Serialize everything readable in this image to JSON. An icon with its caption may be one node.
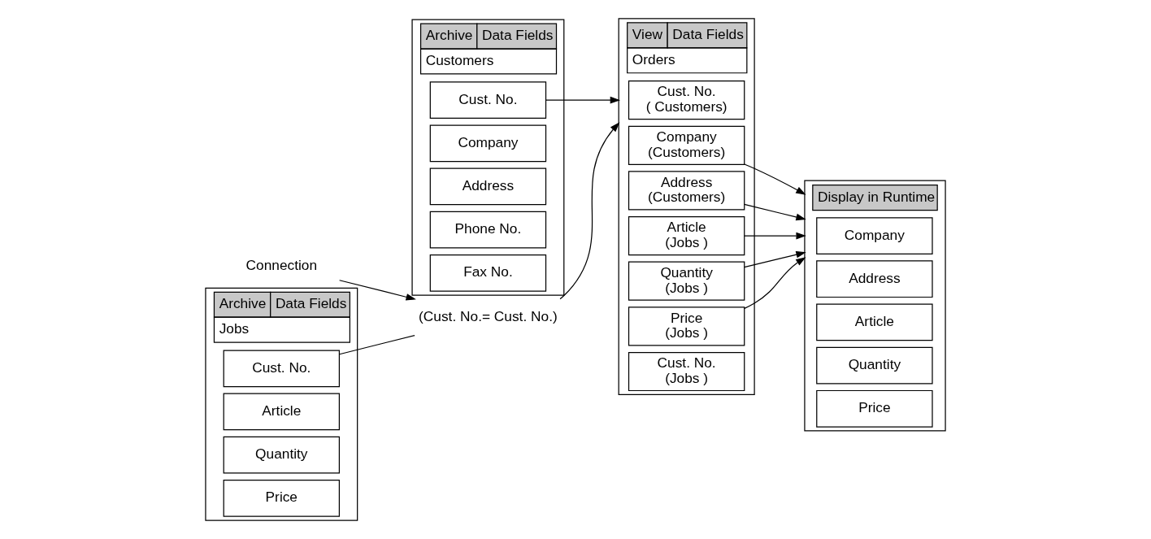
{
  "diagram": {
    "nodes": [
      {
        "text": [
          "Archive",
          "Data Fields",
          "Customers"
        ]
      },
      {
        "text": [
          "Cust. No."
        ],
        "in": 0
      },
      {
        "text": [
          "Company"
        ],
        "in": 0
      },
      {
        "text": [
          "Address"
        ],
        "in": 0
      },
      {
        "text": [
          "Phone No."
        ],
        "in": 0
      },
      {
        "text": [
          "Fax No."
        ],
        "in": 0
      },
      {
        "text": [
          "Connection"
        ]
      },
      {
        "text": [
          "(Cust. No.= Cust. No.)"
        ]
      },
      {
        "text": [
          "Archive",
          "Data Fields",
          "Jobs"
        ]
      },
      {
        "text": [
          "Cust. No."
        ],
        "in": 8
      },
      {
        "text": [
          "Article"
        ],
        "in": 8
      },
      {
        "text": [
          "Quantity"
        ],
        "in": 8
      },
      {
        "text": [
          "Price"
        ],
        "in": 8
      },
      {
        "text": [
          "View",
          "Data Fields",
          "Orders"
        ]
      },
      {
        "text": [
          "Cust. No.",
          "( Customers)"
        ],
        "in": 13
      },
      {
        "text": [
          "Company",
          "(Customers)"
        ],
        "in": 13
      },
      {
        "text": [
          "Address",
          "(Customers)"
        ],
        "in": 13
      },
      {
        "text": [
          "Article",
          "(Jobs )"
        ],
        "in": 13
      },
      {
        "text": [
          "Quantity",
          "(Jobs )"
        ],
        "in": 13
      },
      {
        "text": [
          "Price",
          "(Jobs )"
        ],
        "in": 13
      },
      {
        "text": [
          "Cust. No.",
          "(Jobs )"
        ],
        "in": 13
      },
      {
        "text": [
          "Display in Runtime"
        ]
      },
      {
        "text": [
          "Company"
        ],
        "in": 21
      },
      {
        "text": [
          "Address"
        ],
        "in": 21
      },
      {
        "text": [
          "Article"
        ],
        "in": 21
      },
      {
        "text": [
          "Quantity"
        ],
        "in": 21
      },
      {
        "text": [
          "Price"
        ],
        "in": 21
      }
    ],
    "edges": [
      {
        "from": 1,
        "to": 13,
        "arrow": "to"
      },
      {
        "from": 6,
        "to": 7,
        "arrow": "to"
      },
      {
        "from": 9,
        "to": 7,
        "arrow": "none"
      },
      {
        "from": 7,
        "to": 13,
        "arrow": "to"
      },
      {
        "from": 15,
        "to": 21,
        "arrow": "to"
      },
      {
        "from": 16,
        "to": 21,
        "arrow": "to"
      },
      {
        "from": 17,
        "to": 21,
        "arrow": "to"
      },
      {
        "from": 18,
        "to": 21,
        "arrow": "to"
      },
      {
        "from": 19,
        "to": 21,
        "arrow": "to"
      }
    ]
  }
}
